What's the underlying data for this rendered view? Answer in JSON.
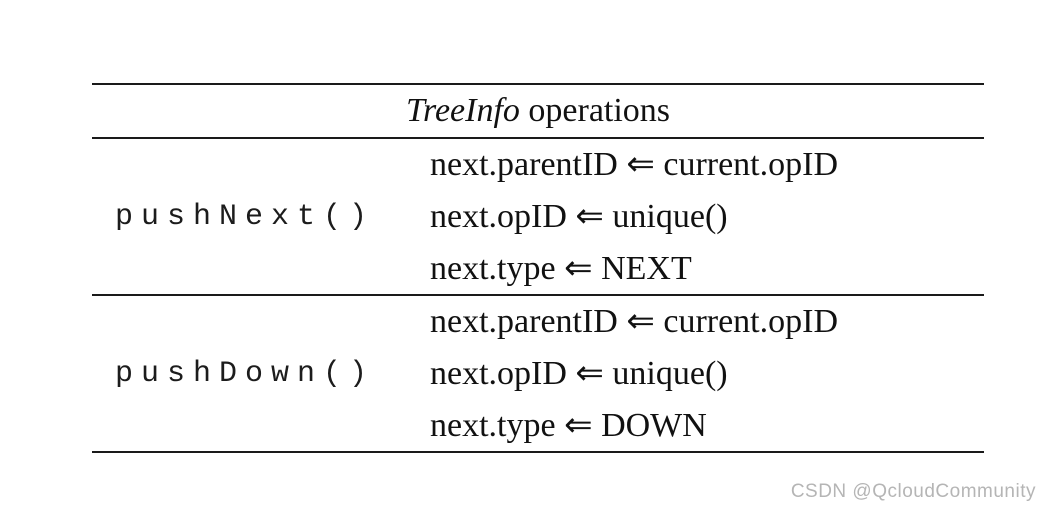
{
  "table": {
    "header": {
      "title_italic": "TreeInfo",
      "title_rest": " operations"
    },
    "rows": [
      {
        "operation": "pushNext()",
        "effects": [
          "next.parentID ⇐ current.opID",
          "next.opID ⇐ unique()",
          "next.type ⇐ NEXT"
        ]
      },
      {
        "operation": "pushDown()",
        "effects": [
          "next.parentID ⇐ current.opID",
          "next.opID ⇐ unique()",
          "next.type ⇐ DOWN"
        ]
      }
    ]
  },
  "watermark": "CSDN @QcloudCommunity"
}
